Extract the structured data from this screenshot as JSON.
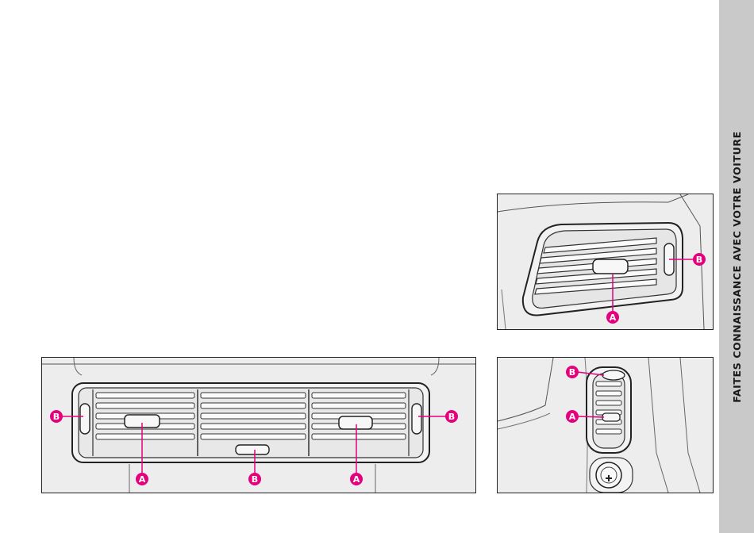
{
  "side_tab": {
    "text": "FAITES CONNAISSANCE AVEC VOTRE VOITURE"
  },
  "callout_color": "#e5007e",
  "figures": {
    "main_vents": {
      "callouts": [
        "B",
        "A",
        "B",
        "A",
        "B"
      ]
    },
    "side_vent": {
      "callouts": [
        "B",
        "A"
      ]
    },
    "center_vent": {
      "callouts": [
        "B",
        "A"
      ]
    }
  }
}
